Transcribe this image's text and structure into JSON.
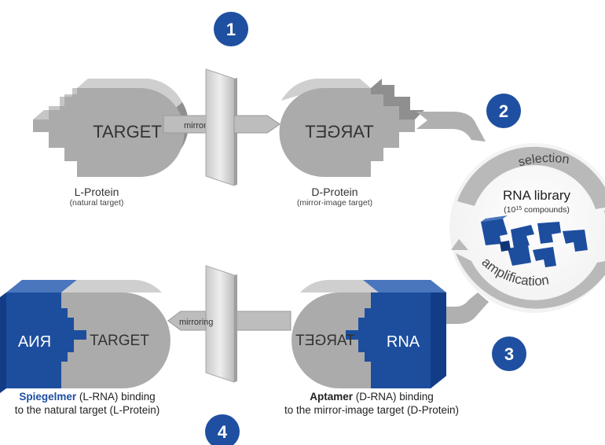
{
  "steps": [
    "1",
    "2",
    "3",
    "4"
  ],
  "top_row": {
    "left_target_label": "TARGET",
    "mirror_label": "mirroring",
    "right_target_label": "TARGET",
    "left_caption": {
      "prefix": "L",
      "title": "-Protein",
      "sub": "(natural target)"
    },
    "right_caption": {
      "prefix": "D",
      "title": "-Protein",
      "sub": "(mirror-image target)"
    }
  },
  "cycle": {
    "top_label": "selection",
    "bottom_label": "amplification",
    "center_title": "RNA library",
    "center_sub_prefix": "(10",
    "center_sub_exp": "15",
    "center_sub_suffix": " compounds)"
  },
  "bottom_row": {
    "mirror_label": "mirroring",
    "left_target_label": "TARGET",
    "left_rna_label": "RNA",
    "right_target_label": "TARGET",
    "right_rna_label": "RNA",
    "left_caption": {
      "bold": "Spiegelmer",
      "paren_open": " (",
      "prefix": "L",
      "rest": "-RNA) binding",
      "line2_start": "to the natural target (",
      "line2_prefix": "L",
      "line2_end": "-Protein)"
    },
    "right_caption": {
      "bold": "Aptamer",
      "paren_open": " (",
      "prefix": "D",
      "rest": "-RNA) binding",
      "line2_start": "to the mirror-image target (",
      "line2_prefix": "D",
      "line2_end": "-Protein)"
    }
  },
  "colors": {
    "step_blue": "#1f4fa0",
    "rna_blue": "#1d4e9e",
    "gray": "#a8a8a8",
    "dark_gray": "#7a7a7a"
  }
}
